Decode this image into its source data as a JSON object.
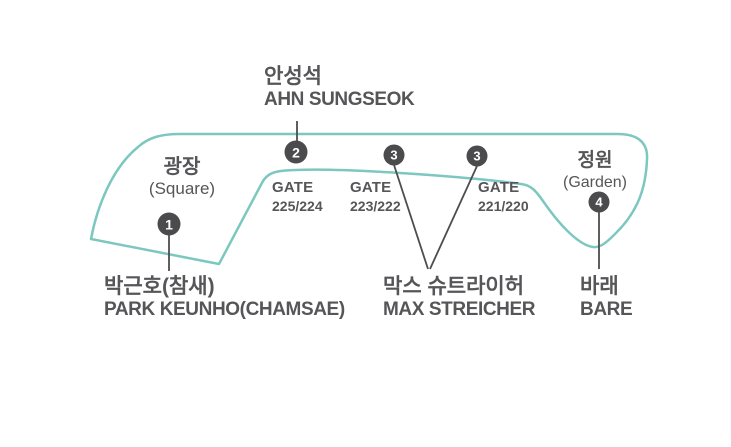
{
  "map_title": "venue-stage-map",
  "colors": {
    "outline": "#7cc8c0",
    "marker_background": "#4b4b4d",
    "marker_text": "#ffffff",
    "label_text": "#565659",
    "leader_line": "#4d4d4d",
    "background": "#ffffff"
  },
  "areas": {
    "square": {
      "kr": "광장",
      "en": "(Square)"
    },
    "garden": {
      "kr": "정원",
      "en": "(Garden)"
    }
  },
  "gates": [
    {
      "name": "GATE",
      "numbers": "225/224"
    },
    {
      "name": "GATE",
      "numbers": "223/222"
    },
    {
      "name": "GATE",
      "numbers": "221/220"
    }
  ],
  "artists": [
    {
      "marker": "1",
      "kr": "박근호(참새)",
      "en": "PARK KEUNHO(CHAMSAE)"
    },
    {
      "marker": "2",
      "kr": "안성석",
      "en": "AHN SUNGSEOK"
    },
    {
      "marker": "3",
      "kr": "막스 슈트라이허",
      "en": "MAX STREICHER"
    },
    {
      "marker": "4",
      "kr": "바래",
      "en": "BARE"
    }
  ],
  "markers": {
    "m1": "1",
    "m2": "2",
    "m3a": "3",
    "m3b": "3",
    "m4": "4"
  }
}
